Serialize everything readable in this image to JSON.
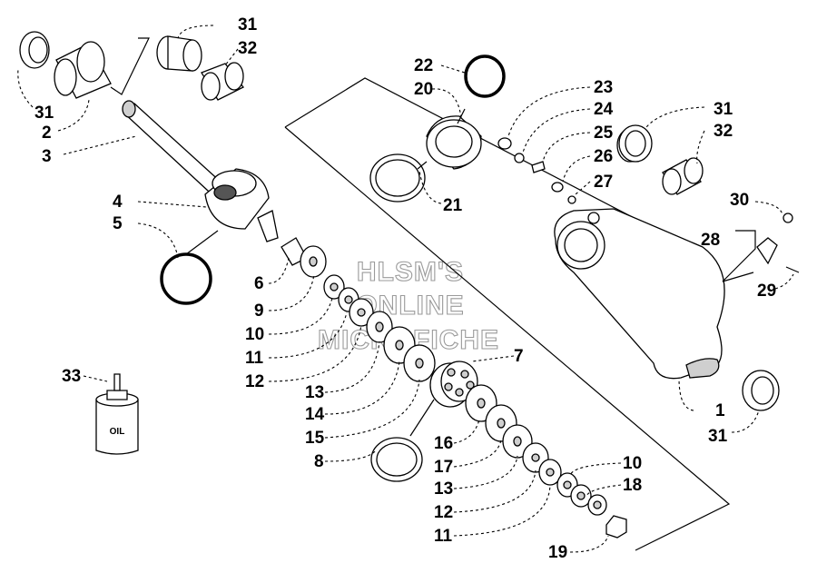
{
  "watermark": {
    "line1": "HLSM'S",
    "line2": "ONLINE",
    "line3": "MICROFICHE"
  },
  "oil_bottle": {
    "text": "OIL"
  },
  "callouts": [
    {
      "id": "c31a",
      "text": "31"
    },
    {
      "id": "c32a",
      "text": "32"
    },
    {
      "id": "c31b",
      "text": "31"
    },
    {
      "id": "c2",
      "text": "2"
    },
    {
      "id": "c3",
      "text": "3"
    },
    {
      "id": "c4",
      "text": "4"
    },
    {
      "id": "c5",
      "text": "5"
    },
    {
      "id": "c6",
      "text": "6"
    },
    {
      "id": "c9",
      "text": "9"
    },
    {
      "id": "c10a",
      "text": "10"
    },
    {
      "id": "c11a",
      "text": "11"
    },
    {
      "id": "c12a",
      "text": "12"
    },
    {
      "id": "c13a",
      "text": "13"
    },
    {
      "id": "c14",
      "text": "14"
    },
    {
      "id": "c15",
      "text": "15"
    },
    {
      "id": "c8",
      "text": "8"
    },
    {
      "id": "c7",
      "text": "7"
    },
    {
      "id": "c16",
      "text": "16"
    },
    {
      "id": "c17",
      "text": "17"
    },
    {
      "id": "c13b",
      "text": "13"
    },
    {
      "id": "c12b",
      "text": "12"
    },
    {
      "id": "c11b",
      "text": "11"
    },
    {
      "id": "c10b",
      "text": "10"
    },
    {
      "id": "c18",
      "text": "18"
    },
    {
      "id": "c19",
      "text": "19"
    },
    {
      "id": "c22",
      "text": "22"
    },
    {
      "id": "c20",
      "text": "20"
    },
    {
      "id": "c21",
      "text": "21"
    },
    {
      "id": "c23",
      "text": "23"
    },
    {
      "id": "c24",
      "text": "24"
    },
    {
      "id": "c25",
      "text": "25"
    },
    {
      "id": "c26",
      "text": "26"
    },
    {
      "id": "c27",
      "text": "27"
    },
    {
      "id": "c31c",
      "text": "31"
    },
    {
      "id": "c32b",
      "text": "32"
    },
    {
      "id": "c30",
      "text": "30"
    },
    {
      "id": "c28",
      "text": "28"
    },
    {
      "id": "c29",
      "text": "29"
    },
    {
      "id": "c1",
      "text": "1"
    },
    {
      "id": "c31d",
      "text": "31"
    },
    {
      "id": "c33",
      "text": "33"
    }
  ]
}
